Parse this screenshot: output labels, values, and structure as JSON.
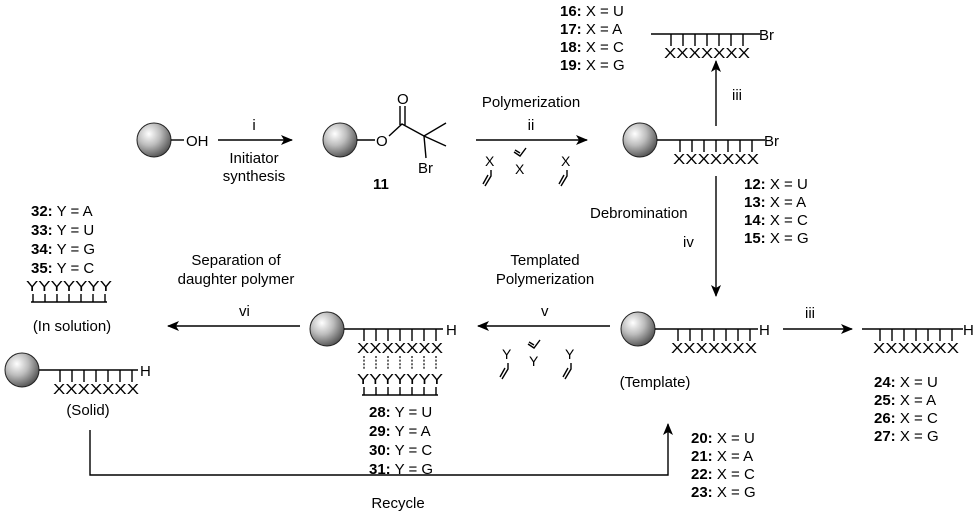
{
  "steps": {
    "i": "i",
    "initiator": [
      "Initiator",
      "synthesis"
    ],
    "polymerization": "Polymerization",
    "ii": "ii",
    "iii_top": "iii",
    "debromination": "Debromination",
    "iv": "iv",
    "templated": [
      "Templated",
      "Polymerization"
    ],
    "v": "v",
    "separation": [
      "Separation of",
      "daughter polymer"
    ],
    "vi": "vi",
    "iii_right": "iii",
    "recycle": "Recycle"
  },
  "atoms": {
    "OH": "OH",
    "O1": "O",
    "O2": "O",
    "Br_initiator": "Br",
    "Br_top": "Br",
    "Br_bead": "Br",
    "H_template": "H",
    "H_right": "H",
    "H_duplex": "H",
    "H_solid": "H"
  },
  "monomer_letters": [
    "X",
    "X",
    "X",
    "Y",
    "Y",
    "Y"
  ],
  "strand_letters": {
    "top": "XXXXXXX",
    "bead": "XXXXXXX",
    "template": "XXXXXXX",
    "right": "XXXXXXX",
    "duplex_x": "XXXXXXX",
    "duplex_y": "YYYYYYY",
    "solution": "YYYYYYY",
    "solid": "XXXXXXX"
  },
  "compound_11": "11",
  "states": {
    "in_solution": "(In solution)",
    "solid": "(Solid)",
    "template": "(Template)"
  },
  "compound_lists": {
    "list_16": [
      [
        "16:",
        " X = U"
      ],
      [
        "17:",
        " X = A"
      ],
      [
        "18:",
        " X = C"
      ],
      [
        "19:",
        " X = G"
      ]
    ],
    "list_12": [
      [
        "12:",
        " X = U"
      ],
      [
        "13:",
        " X = A"
      ],
      [
        "14:",
        " X = C"
      ],
      [
        "15:",
        " X = G"
      ]
    ],
    "list_32": [
      [
        "32:",
        " Y = A"
      ],
      [
        "33:",
        " Y = U"
      ],
      [
        "34:",
        " Y = G"
      ],
      [
        "35:",
        " Y = C"
      ]
    ],
    "list_28": [
      [
        "28:",
        " Y = U"
      ],
      [
        "29:",
        " Y = A"
      ],
      [
        "30:",
        " Y = C"
      ],
      [
        "31:",
        " Y = G"
      ]
    ],
    "list_20": [
      [
        "20:",
        " X = U"
      ],
      [
        "21:",
        " X = A"
      ],
      [
        "22:",
        " X = C"
      ],
      [
        "23:",
        " X = G"
      ]
    ],
    "list_24": [
      [
        "24:",
        " X = U"
      ],
      [
        "25:",
        " X = A"
      ],
      [
        "26:",
        " X = C"
      ],
      [
        "27:",
        " X = G"
      ]
    ]
  }
}
